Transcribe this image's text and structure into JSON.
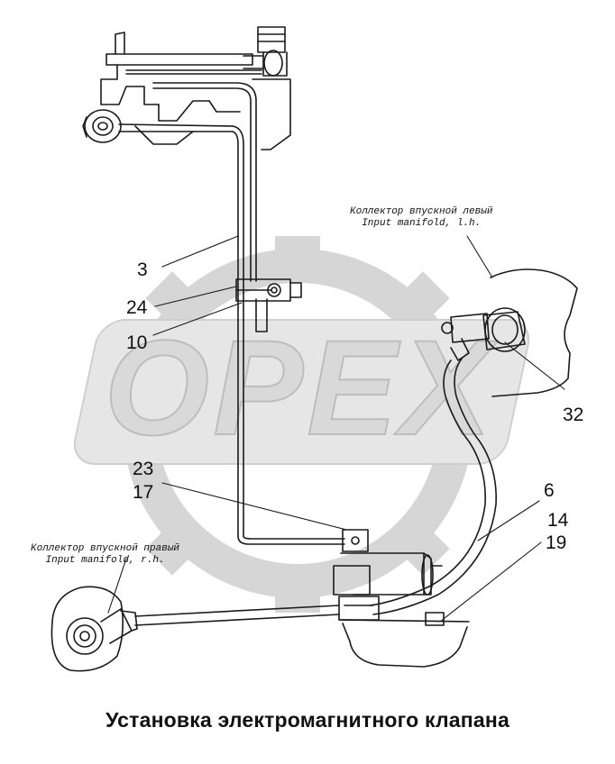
{
  "diagram": {
    "title": "Установка электромагнитного клапана",
    "watermark": "OPEX",
    "notes": {
      "left_manifold_ru": "Коллектор впускной левый",
      "left_manifold_en": "Input manifold, l.h.",
      "right_manifold_ru": "Коллектор впускной правый",
      "right_manifold_en": "Input manifold, r.h."
    },
    "callouts": {
      "c3": "3",
      "c24": "24",
      "c10": "10",
      "c23": "23",
      "c17": "17",
      "c6": "6",
      "c14": "14",
      "c19": "19",
      "c32": "32"
    },
    "colors": {
      "line": "#1a1a1a",
      "watermark_fill": "#d9d9d9",
      "watermark_stroke": "#bdbdbd",
      "background": "#ffffff"
    }
  }
}
